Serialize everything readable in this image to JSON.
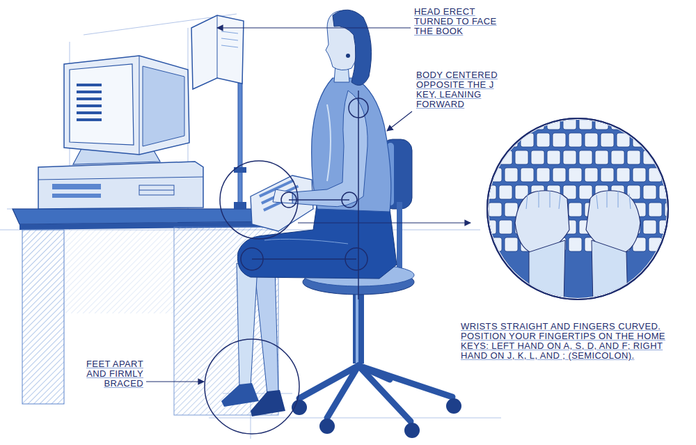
{
  "diagram": {
    "labels": [
      "HEAD ERECT TURNED TO FACE THE BOOK",
      "BODY CENTERED OPPOSITE THE J KEY, LEANING FORWARD",
      "WRISTS STRAIGHT AND FINGERS CURVED. POSITION YOUR FINGERTIPS ON THE HOME KEYS: LEFT HAND ON A, S, D, AND F; RIGHT HAND ON J, K, L, AND ; (SEMICOLON).",
      "FEET APART AND FIRMLY BRACED"
    ]
  }
}
